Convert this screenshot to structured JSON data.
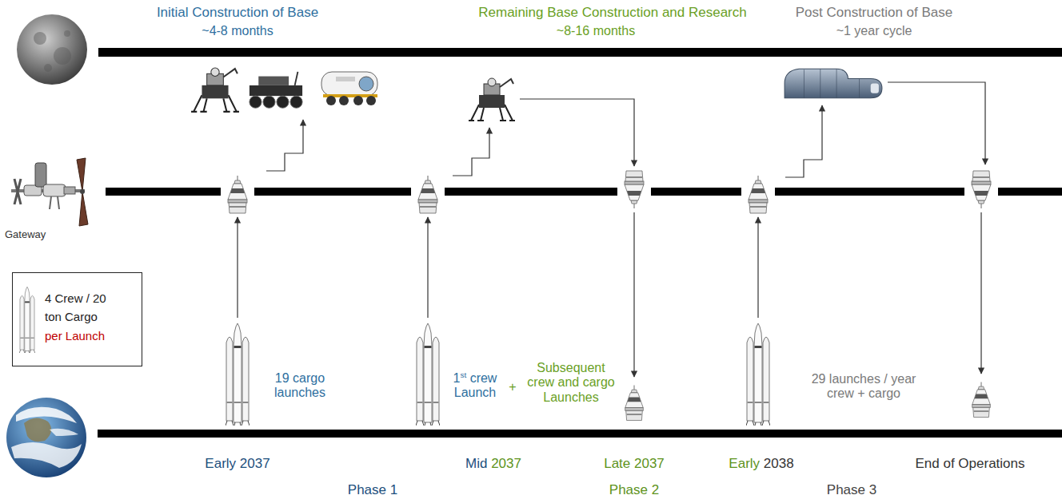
{
  "diagram": {
    "nodes": [
      {
        "text": [
          "4 Crew / 20 ton Cargo",
          "per Launch"
        ]
      }
    ],
    "labels": [
      "Initial Construction of Base",
      "~4-8 months",
      "Remaining Base Construction and Research",
      "~8-16 months",
      "Post Construction of Base",
      "~1 year cycle",
      "Gateway",
      "19 cargo launches",
      "1st crew Launch",
      "+",
      "Subsequent crew and cargo Launches",
      "29 launches / year crew + cargo",
      "Early 2037",
      "Mid 2037",
      "Late 2037",
      "Early 2038",
      "End of Operations",
      "Phase 1",
      "Phase 2",
      "Phase 3"
    ]
  }
}
